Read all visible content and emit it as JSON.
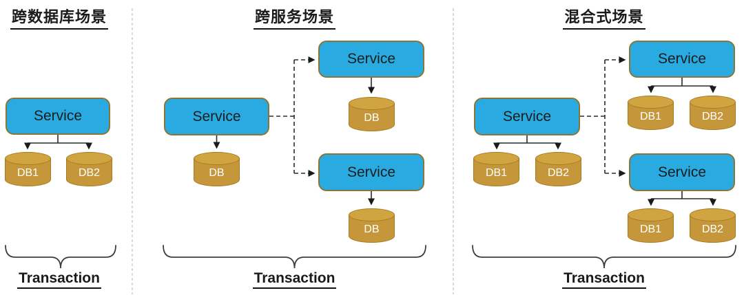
{
  "colors": {
    "service_fill": "#29ABE2",
    "service_border": "#8A7536",
    "service_text": "#1C1C1C",
    "db_fill": "#C6973A",
    "db_top_fill": "#D0A441",
    "db_border": "#A87A20",
    "db_text": "#FFFFFF",
    "line": "#2A2A2A",
    "divider": "#C0C0C0",
    "title_text": "#1A1A1A",
    "background": "#FFFFFF"
  },
  "panels": [
    {
      "title": "跨数据库场景",
      "service": "Service",
      "dbs": [
        "DB1",
        "DB2"
      ],
      "transaction": "Transaction"
    },
    {
      "title": "跨服务场景",
      "root": {
        "service": "Service",
        "dbs": [
          "DB"
        ]
      },
      "children": [
        {
          "service": "Service",
          "dbs": [
            "DB"
          ]
        },
        {
          "service": "Service",
          "dbs": [
            "DB"
          ]
        }
      ],
      "transaction": "Transaction"
    },
    {
      "title": "混合式场景",
      "root": {
        "service": "Service",
        "dbs": [
          "DB1",
          "DB2"
        ]
      },
      "children": [
        {
          "service": "Service",
          "dbs": [
            "DB1",
            "DB2"
          ]
        },
        {
          "service": "Service",
          "dbs": [
            "DB1",
            "DB2"
          ]
        }
      ],
      "transaction": "Transaction"
    }
  ]
}
